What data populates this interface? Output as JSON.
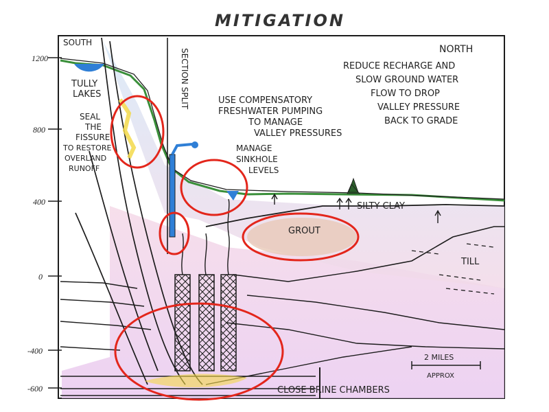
{
  "diagram": {
    "title": "MITIGATION",
    "axis_ticks": [
      "1200",
      "800",
      "400",
      "0",
      "-400",
      "-600"
    ],
    "direction_south": "SOUTH",
    "direction_north": "NORTH",
    "section_label": "SECTION SPLIT",
    "tully_lakes": [
      "TULLY",
      "LAKES"
    ],
    "seal_note": [
      "SEAL",
      "THE",
      "FISSURE",
      "TO RESTORE",
      "OVERLAND",
      "RUNOFF"
    ],
    "pumping_note": [
      "USE COMPENSATORY",
      "FRESHWATER PUMPING",
      "TO MANAGE",
      "VALLEY PRESSURES"
    ],
    "sinkhole_note": [
      "MANAGE",
      "SINKHOLE",
      "LEVELS"
    ],
    "north_note": [
      "REDUCE RECHARGE AND",
      "SLOW GROUND WATER",
      "FLOW TO DROP",
      "VALLEY PRESSURE",
      "BACK TO GRADE"
    ],
    "silty_clay": "SILTY CLAY",
    "grout": "GROUT",
    "till": "TILL",
    "close_brine": "CLOSE BRINE CHAMBERS",
    "scale_top": "2 MILES",
    "scale_bottom": "APPROX",
    "colors": {
      "ink": "#1c1c1c",
      "highlight": "#e3261b",
      "water": "#2f7fd6",
      "ground": "#3a8f3a",
      "grout_fill": "#e8c9b8",
      "fissure": "#f3d94a"
    }
  }
}
